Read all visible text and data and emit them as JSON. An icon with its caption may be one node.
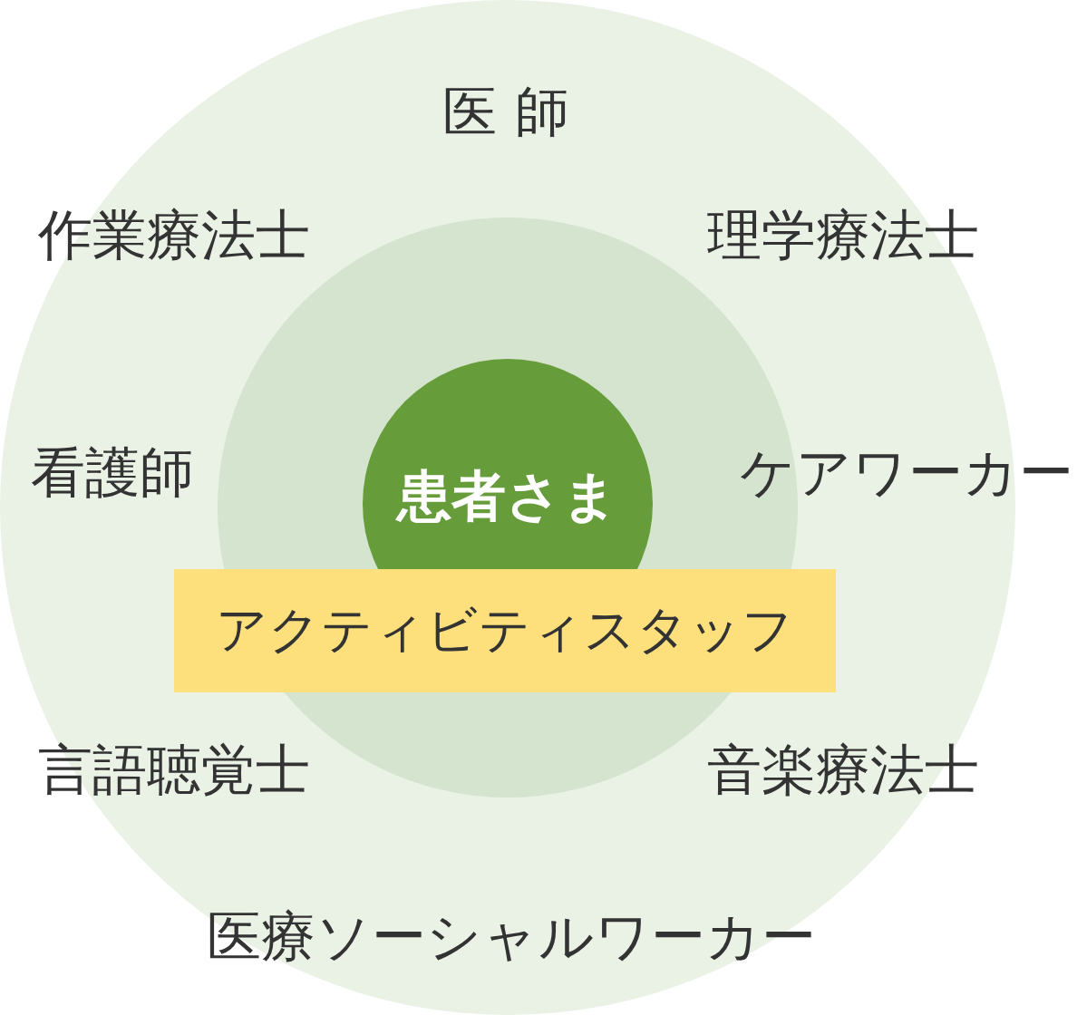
{
  "diagram": {
    "nodes": [
      {
        "text": [],
        "shape": "circle"
      },
      {
        "text": [],
        "shape": "circle",
        "in": 0
      },
      {
        "text": [
          "患者さま"
        ],
        "in": 1
      },
      {
        "text": [
          "アクティビティスタッフ"
        ],
        "in": 0
      }
    ],
    "labels": [
      "医 師",
      "作業療法士",
      "理学療法士",
      "看護師",
      "ケアワーカー",
      "言語聴覚士",
      "音楽療法士",
      "医療ソーシャルワーカー"
    ]
  }
}
